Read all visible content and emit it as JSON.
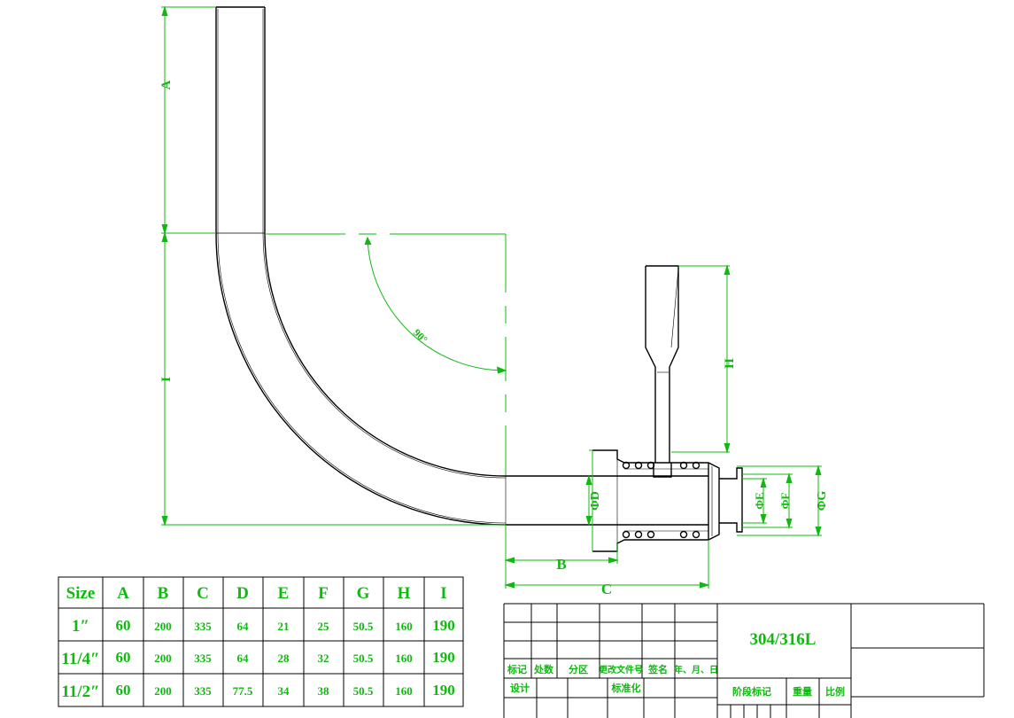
{
  "drawing": {
    "dim_labels": {
      "a": "A",
      "i": "I",
      "b": "B",
      "c": "C",
      "h": "H",
      "d": "ΦD",
      "e": "ΦE",
      "f": "ΦF",
      "g": "ΦG",
      "angle": "90°"
    }
  },
  "size_table": {
    "headers": [
      "Size",
      "A",
      "B",
      "C",
      "D",
      "E",
      "F",
      "G",
      "H",
      "I"
    ],
    "rows": [
      [
        "1″",
        "60",
        "200",
        "335",
        "64",
        "21",
        "25",
        "50.5",
        "160",
        "190"
      ],
      [
        "11/4″",
        "60",
        "200",
        "335",
        "64",
        "28",
        "32",
        "50.5",
        "160",
        "190"
      ],
      [
        "11/2″",
        "60",
        "200",
        "335",
        "77.5",
        "34",
        "38",
        "50.5",
        "160",
        "190"
      ]
    ]
  },
  "title_block": {
    "material": "304/316L",
    "labels": {
      "mark": "标记",
      "count": "处数",
      "zone": "分区",
      "doc_no": "更改文件号",
      "signature": "签名",
      "date": "年、月、日",
      "design": "设计",
      "standardize": "标准化",
      "stage_mark": "阶段标记",
      "weight": "重量",
      "scale": "比例"
    }
  }
}
